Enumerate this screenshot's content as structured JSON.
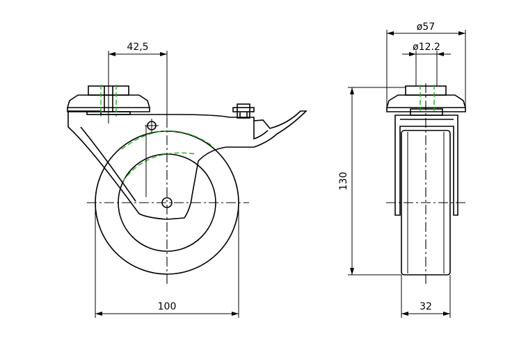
{
  "dimensions": {
    "bolt_offset": "42,5",
    "wheel_diameter": "100",
    "plate_diameter": "ø57",
    "bolt_hole": "ø12.2",
    "height": "130",
    "wheel_width": "32"
  },
  "colors": {
    "line": "#000000",
    "hidden_line": "#22b022",
    "background": "#ffffff"
  }
}
